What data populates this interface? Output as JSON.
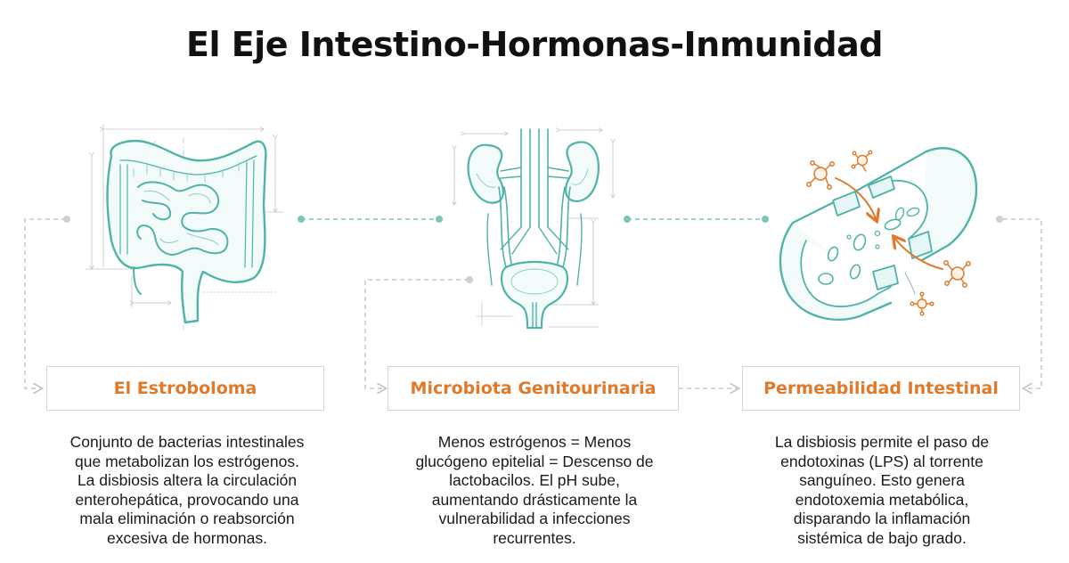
{
  "title": "El Eje Intestino-Hormonas-Inmunidad",
  "colors": {
    "accent_teal": "#4fb3aa",
    "accent_orange": "#e07a2a",
    "connector_gray": "#c6c6c6",
    "text": "#1a1a1a"
  },
  "panels": [
    {
      "illustration": "intestines-icon",
      "heading": "El Estroboloma",
      "description_lines": [
        "Conjunto de bacterias intestinales",
        "que metabolizan los estrógenos.",
        "La disbiosis altera la circulación",
        "enterohepática, provocando una",
        "mala eliminación o reabsorción",
        "excesiva de hormonas."
      ]
    },
    {
      "illustration": "urinary-system-icon",
      "heading": "Microbiota Genitourinaria",
      "description_lines": [
        "Menos estrógenos = Menos",
        "glucógeno epitelial = Descenso de",
        "lactobacilos. El pH sube,",
        "aumentando drásticamente la",
        "vulnerabilidad a infecciones",
        "recurrentes."
      ]
    },
    {
      "illustration": "leaky-gut-icon",
      "heading": "Permeabilidad Intestinal",
      "description_lines": [
        "La disbiosis permite el paso de",
        "endotoxinas (LPS) al torrente",
        "sanguíneo. Esto genera",
        "endotoxemia metabólica,",
        "disparando la inflamación",
        "sistémica de bajo grado."
      ]
    }
  ]
}
